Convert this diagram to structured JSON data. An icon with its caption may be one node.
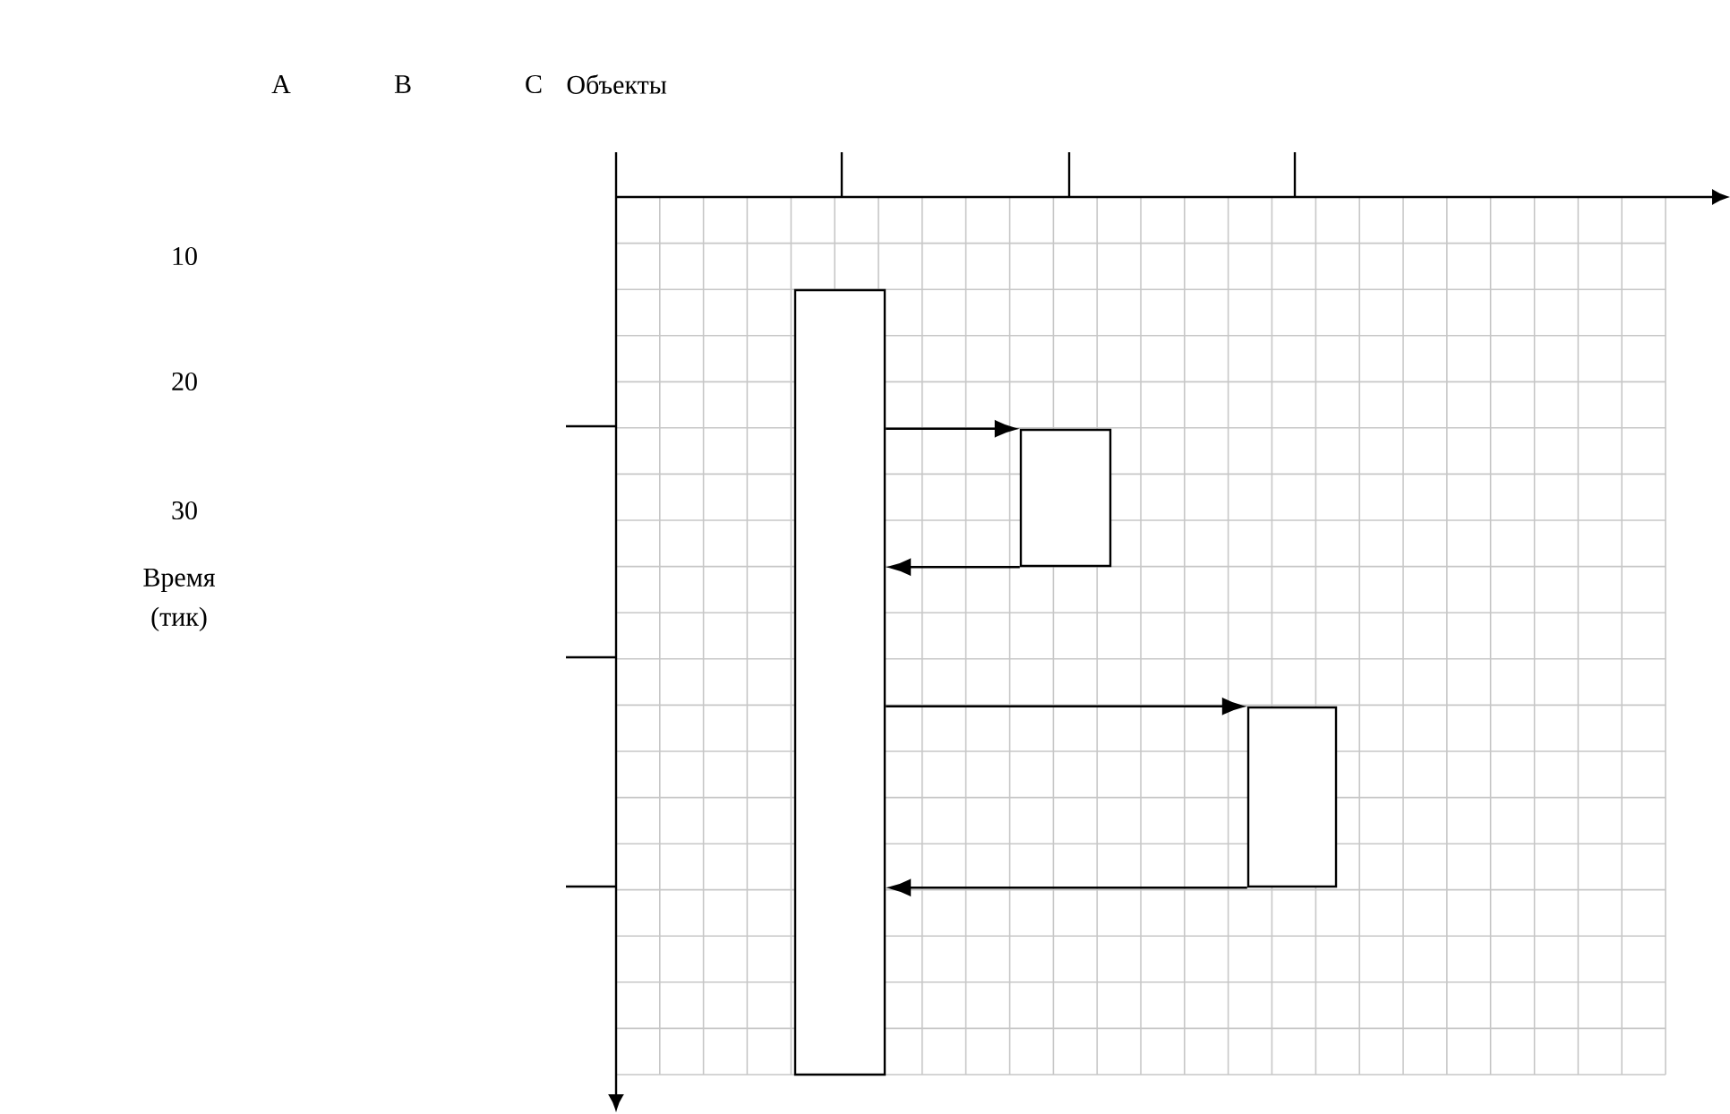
{
  "diagram": {
    "nodes": [
      {
        "text": [],
        "shape": "box"
      },
      {
        "text": [],
        "shape": "box"
      },
      {
        "text": [],
        "shape": "box"
      }
    ],
    "edges": [
      {
        "from": 0,
        "to": 1,
        "arrow": "to"
      },
      {
        "from": 1,
        "to": 0,
        "arrow": "to"
      },
      {
        "from": 0,
        "to": 2,
        "arrow": "to"
      },
      {
        "from": 2,
        "to": 0,
        "arrow": "to"
      }
    ],
    "labels": [
      "A",
      "B",
      "C",
      "Объекты",
      "10",
      "20",
      "30",
      "Время (тик)"
    ]
  }
}
